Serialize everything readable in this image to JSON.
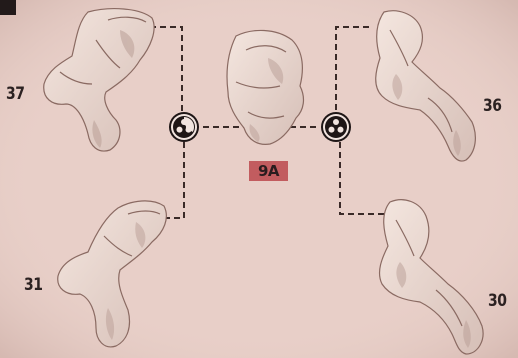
{
  "part_labels": {
    "left_upper": "37",
    "right_upper": "36",
    "left_lower": "31",
    "right_lower": "30"
  },
  "step_label": "9A",
  "colors": {
    "background": "#e7cdc6",
    "part_fill": "#ecdcd4",
    "part_shadow": "#b99e96",
    "outline": "#8a6a62",
    "leader_line": "#3a2a28",
    "step_badge": "#c25c5f",
    "label_text": "#2c2222"
  },
  "icons": [
    "glue-point-icon",
    "glue-point-icon"
  ]
}
